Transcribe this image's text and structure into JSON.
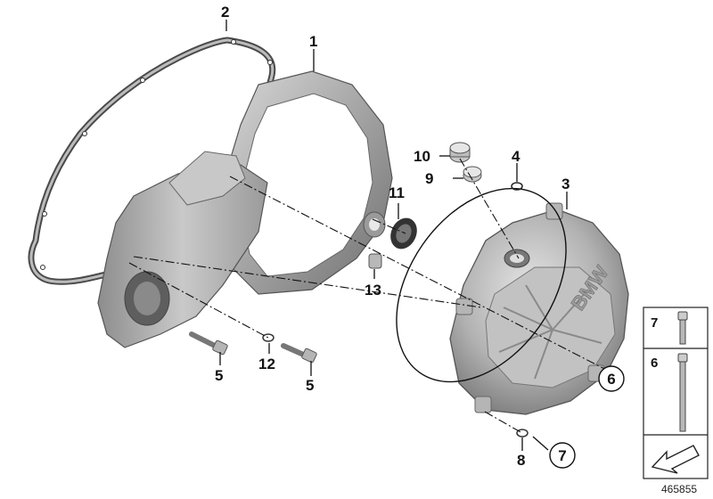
{
  "diagram": {
    "callouts": {
      "c1": "1",
      "c2": "2",
      "c3": "3",
      "c4": "4",
      "c5a": "5",
      "c5b": "5",
      "c6": "6",
      "c7": "7",
      "c8": "8",
      "c9": "9",
      "c10": "10",
      "c11": "11",
      "c12": "12",
      "c13": "13"
    },
    "legend": {
      "item_top": "7",
      "item_mid": "6"
    },
    "logo_text": "BMW",
    "document_number": "465855"
  }
}
